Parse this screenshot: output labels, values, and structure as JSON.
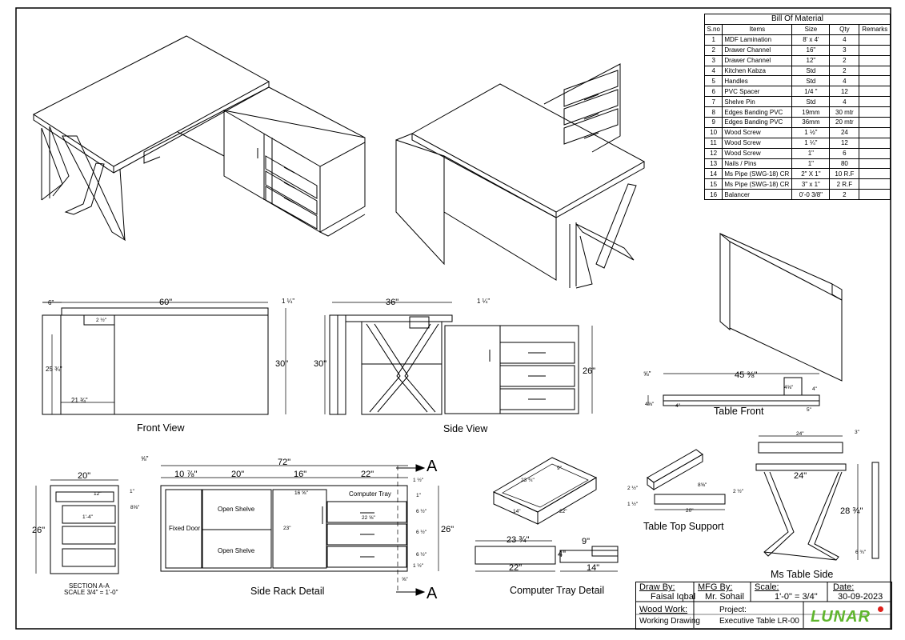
{
  "bom": {
    "title": "Bill Of Material",
    "headers": [
      "S.no",
      "Items",
      "Size",
      "Qty",
      "Remarks"
    ],
    "rows": [
      [
        "1",
        "MDF Lamination",
        "8' x 4'",
        "4",
        ""
      ],
      [
        "2",
        "Drawer Channel",
        "16\"",
        "3",
        ""
      ],
      [
        "3",
        "Drawer Channel",
        "12\"",
        "2",
        ""
      ],
      [
        "4",
        "Kitchen Kabza",
        "Std",
        "2",
        ""
      ],
      [
        "5",
        "Handles",
        "Std",
        "4",
        ""
      ],
      [
        "6",
        "PVC Spacer",
        "1/4 \"",
        "12",
        ""
      ],
      [
        "7",
        "Shelve Pin",
        "Std",
        "4",
        ""
      ],
      [
        "8",
        "Edges Banding PVC",
        "19mm",
        "30 mtr",
        ""
      ],
      [
        "9",
        "Edges Banding PVC",
        "36mm",
        "20 mtr",
        ""
      ],
      [
        "10",
        "Wood Screw",
        "1 ½\"",
        "24",
        ""
      ],
      [
        "11",
        "Wood Screw",
        "1 ¼\"",
        "12",
        ""
      ],
      [
        "12",
        "Wood Screw",
        "1\"",
        "6",
        ""
      ],
      [
        "13",
        "Nails / Pins",
        "1\"",
        "80",
        ""
      ],
      [
        "14",
        "Ms Pipe (SWG-18) CR",
        "2\" X 1\"",
        "10 R.F",
        ""
      ],
      [
        "15",
        "Ms Pipe (SWG-18) CR",
        "3\" x 1\"",
        "2 R.F",
        ""
      ],
      [
        "16",
        "Balancer",
        "0'-0 3/8\"",
        "2",
        ""
      ]
    ]
  },
  "views": {
    "front": "Front View",
    "side": "Side View",
    "table_front": "Table Front",
    "side_rack": "Side Rack Detail",
    "computer_tray": "Computer Tray Detail",
    "table_top_support": "Table Top Support",
    "ms_table_side": "Ms Table Side",
    "section": "SECTION A-A",
    "scale_note": "SCALE 3/4\" = 1'-0\""
  },
  "dims": {
    "front": {
      "d6": "6\"",
      "d60": "60\"",
      "d114": "1 ¼\"",
      "d2": "2 ½\"",
      "d25": "25 ¾\"",
      "d30": "30\"",
      "d21": "21 ¾\""
    },
    "side": {
      "d36": "36\"",
      "d114": "1 ¼\"",
      "d30": "30\"",
      "d26": "26\""
    },
    "table_front": {
      "d58": "⅝\"",
      "d45": "45 ⅜\"",
      "d4a": "4\"",
      "d4b": "4\"",
      "d5": "5\"",
      "d4c": "4⅝\"",
      "d4d": "4⅝\""
    },
    "rack": {
      "d58": "⅝\"",
      "d72": "72\"",
      "d10": "10 ⅞\"",
      "d20": "20\"",
      "d16": "16\"",
      "d22": "22\"",
      "d16b": "16 ⅝\"",
      "d23": "23\"",
      "d22b": "22 ⅝\"",
      "d26": "26\"",
      "d1a": "1 ½\"",
      "d1b": "1\"",
      "d6a": "6 ½\"",
      "d6b": "6 ½\"",
      "d6c": "6 ½\"",
      "d1c": "1 ½\"",
      "d58b": "⅝\"",
      "open1": "Open Shelve",
      "open2": "Open Shelve",
      "fixed": "Fixed Door",
      "tray": "Computer Tray",
      "secA1": "A",
      "secA2": "A"
    },
    "section": {
      "d20": "20\"",
      "d12": "12\"",
      "d1": "1\"",
      "d14": "1'-4\"",
      "d26": "26\"",
      "d8": "8⅝\""
    },
    "tray": {
      "d23": "23 ¾\"",
      "d9": "9\"",
      "d4": "4\"",
      "d22": "22\"",
      "d14": "14\"",
      "iso1": "23 ¾\"",
      "iso2": "9\"",
      "iso3": "22\"",
      "iso4": "14\""
    },
    "support": {
      "d2": "2 ½\"",
      "d20": "20\"",
      "d1": "1 ½\"",
      "d8": "8⅝\"",
      "d2b": "2 ½\""
    },
    "ms": {
      "d24": "24\"",
      "d3": "3\"",
      "d24b": "24\"",
      "d28": "28 ¾\"",
      "d6": "6 ¾\""
    }
  },
  "title_block": {
    "draw_by_label": "Draw By:",
    "draw_by": "Faisal Iqbal",
    "mfg_by_label": "MFG By:",
    "mfg_by": "Mr. Sohail",
    "scale_label": "Scale:",
    "scale": "1'-0\" = 3/4\"",
    "date_label": "Date:",
    "date": "30-09-2023",
    "wood_work_label": "Wood Work:",
    "wood_work": "Working Drawing",
    "project_label": "Project:",
    "project": "Executive Table LR-00",
    "logo": "LUNAR"
  },
  "colors": {
    "line": "#000000",
    "logo": "#5fb52d",
    "logo_dot": "#e0201b"
  }
}
